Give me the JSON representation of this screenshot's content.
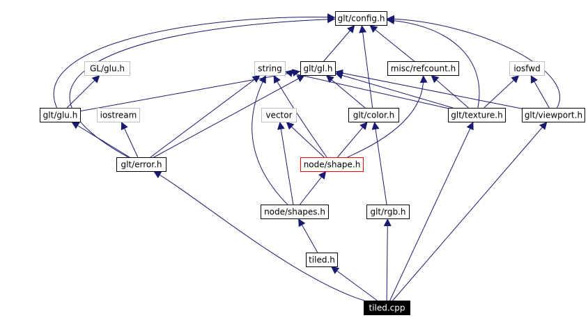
{
  "graph": {
    "colors": {
      "edge": "#191970",
      "normal_border": "#000000",
      "external_border": "#bfbfbf",
      "highlight_border": "#ff0000",
      "root_fill": "#000000",
      "root_text": "#ffffff",
      "text": "#000000"
    },
    "nodes": [
      {
        "id": "config",
        "label": "glt/config.h",
        "kind": "normal"
      },
      {
        "id": "glu_sys",
        "label": "GL/glu.h",
        "kind": "external"
      },
      {
        "id": "string",
        "label": "string",
        "kind": "external"
      },
      {
        "id": "gl",
        "label": "glt/gl.h",
        "kind": "normal"
      },
      {
        "id": "refcount",
        "label": "misc/refcount.h",
        "kind": "normal"
      },
      {
        "id": "iosfwd",
        "label": "iosfwd",
        "kind": "external"
      },
      {
        "id": "glu",
        "label": "glt/glu.h",
        "kind": "normal"
      },
      {
        "id": "iostream",
        "label": "iostream",
        "kind": "external"
      },
      {
        "id": "vector",
        "label": "vector",
        "kind": "external"
      },
      {
        "id": "color",
        "label": "glt/color.h",
        "kind": "normal"
      },
      {
        "id": "texture",
        "label": "glt/texture.h",
        "kind": "normal"
      },
      {
        "id": "viewport",
        "label": "glt/viewport.h",
        "kind": "normal"
      },
      {
        "id": "error",
        "label": "glt/error.h",
        "kind": "normal"
      },
      {
        "id": "shape",
        "label": "node/shape.h",
        "kind": "highlight"
      },
      {
        "id": "shapes",
        "label": "node/shapes.h",
        "kind": "normal"
      },
      {
        "id": "rgb",
        "label": "glt/rgb.h",
        "kind": "normal"
      },
      {
        "id": "tiled_h",
        "label": "tiled.h",
        "kind": "normal"
      },
      {
        "id": "tiled",
        "label": "tiled.cpp",
        "kind": "root"
      }
    ],
    "edges": [
      {
        "from": "tiled",
        "to": "tiled_h"
      },
      {
        "from": "tiled",
        "to": "rgb"
      },
      {
        "from": "tiled",
        "to": "texture"
      },
      {
        "from": "tiled",
        "to": "viewport"
      },
      {
        "from": "tiled",
        "to": "error"
      },
      {
        "from": "tiled_h",
        "to": "shapes"
      },
      {
        "from": "shapes",
        "to": "shape"
      },
      {
        "from": "shapes",
        "to": "vector"
      },
      {
        "from": "shapes",
        "to": "string"
      },
      {
        "from": "rgb",
        "to": "color"
      },
      {
        "from": "shape",
        "to": "color"
      },
      {
        "from": "shape",
        "to": "vector"
      },
      {
        "from": "shape",
        "to": "string"
      },
      {
        "from": "shape",
        "to": "refcount"
      },
      {
        "from": "error",
        "to": "glu"
      },
      {
        "from": "error",
        "to": "iostream"
      },
      {
        "from": "error",
        "to": "string"
      },
      {
        "from": "error",
        "to": "gl"
      },
      {
        "from": "error",
        "to": "config"
      },
      {
        "from": "glu",
        "to": "glu_sys"
      },
      {
        "from": "glu",
        "to": "config"
      },
      {
        "from": "glu",
        "to": "gl"
      },
      {
        "from": "color",
        "to": "gl"
      },
      {
        "from": "color",
        "to": "config"
      },
      {
        "from": "texture",
        "to": "gl"
      },
      {
        "from": "texture",
        "to": "string"
      },
      {
        "from": "texture",
        "to": "refcount"
      },
      {
        "from": "texture",
        "to": "config"
      },
      {
        "from": "texture",
        "to": "iosfwd"
      },
      {
        "from": "viewport",
        "to": "gl"
      },
      {
        "from": "viewport",
        "to": "iosfwd"
      },
      {
        "from": "viewport",
        "to": "config"
      },
      {
        "from": "gl",
        "to": "config"
      },
      {
        "from": "refcount",
        "to": "config"
      }
    ]
  }
}
